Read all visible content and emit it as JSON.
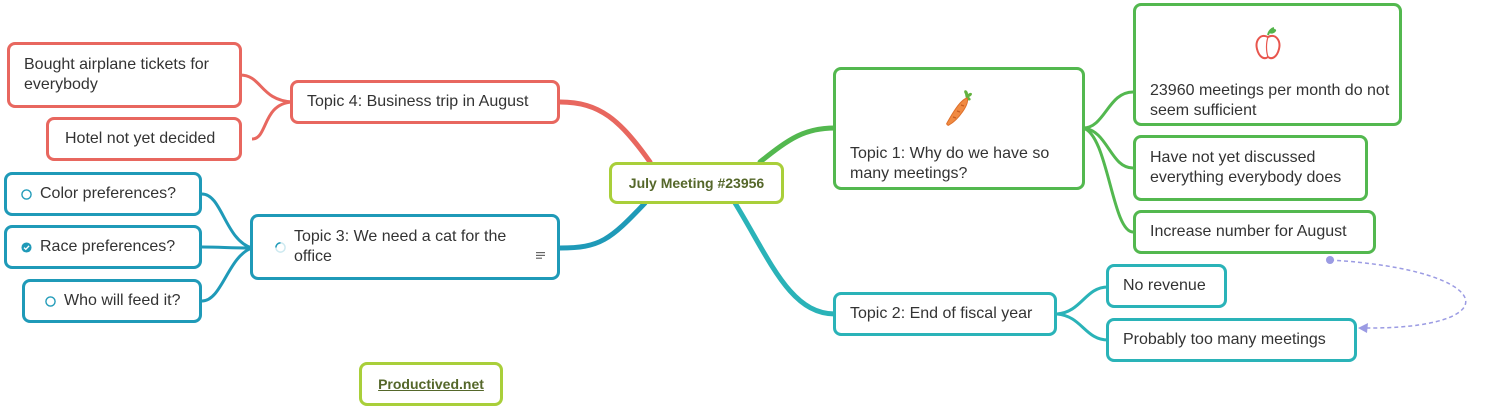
{
  "center": {
    "label": "July Meeting #23956"
  },
  "footer_link": {
    "label": "Productived.net"
  },
  "topics": {
    "topic1": {
      "label": "Topic 1: Why do we have so many meetings?",
      "icon": "carrot-icon",
      "children": [
        {
          "label": "23960 meetings per month do not seem sufficient",
          "icon": "apple-icon"
        },
        {
          "label": "Have not yet discussed everything everybody does"
        },
        {
          "label": "Increase number for August"
        }
      ]
    },
    "topic2": {
      "label": "Topic 2: End of fiscal year",
      "children": [
        {
          "label": "No revenue"
        },
        {
          "label": "Probably too many meetings"
        }
      ]
    },
    "topic3": {
      "label": "Topic 3: We need a cat for the office",
      "status": "in-progress",
      "has_note": true,
      "children": [
        {
          "label": "Color preferences?",
          "status": "open"
        },
        {
          "label": "Race preferences?",
          "status": "done"
        },
        {
          "label": "Who will feed it?",
          "status": "open"
        }
      ]
    },
    "topic4": {
      "label": "Topic 4: Business trip in August",
      "children": [
        {
          "label": "Bought airplane tickets for everybody"
        },
        {
          "label": "Hotel not yet decided"
        }
      ]
    }
  },
  "colors": {
    "topic1": "#53b84f",
    "topic2": "#2ab3b8",
    "topic3": "#1f9ab8",
    "topic4": "#e8675f",
    "center": "#a9cf3a",
    "relation": "#9b9be3"
  }
}
